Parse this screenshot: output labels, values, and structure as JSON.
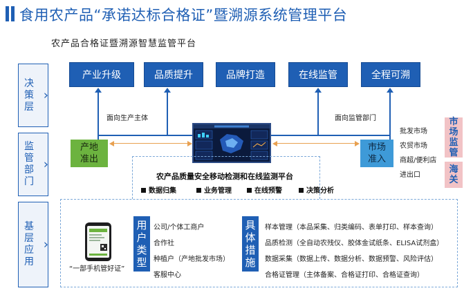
{
  "header": {
    "title": "食用农产品“承诺达标合格证”暨溯源系统管理平台",
    "subtitle": "农产品合格证暨溯源智慧监管平台"
  },
  "layers": {
    "decision": "决策层",
    "supervision": "监管部门",
    "base": "基层应用"
  },
  "top_boxes": [
    "产业升级",
    "品质提升",
    "品牌打造",
    "在线监管",
    "全程可溯"
  ],
  "notes": {
    "left": "面向生产主体",
    "right": "面向监管部门"
  },
  "origin_box": [
    "产地",
    "准出"
  ],
  "market_box": [
    "市场",
    "准入"
  ],
  "market_list": [
    "批发市场",
    "农贸市场",
    "商超/便利店",
    "进出口"
  ],
  "side_labels": {
    "market_supervision": "市场监管",
    "customs": "海关"
  },
  "platform": {
    "title": "农产品质量安全移动检测和在线监测平台",
    "features": [
      "数据归集",
      "业务管理",
      "在线预警",
      "决策分析"
    ]
  },
  "phone_caption": "“一部手机管好证”",
  "user_types": {
    "label": "用户类型",
    "items": [
      "公司/个体工商户",
      "合作社",
      "种植户（产地批发市场）",
      "客服中心"
    ]
  },
  "measures": {
    "label": "具体措施",
    "items": [
      "样本管理（本品采集、归类编码、表单打印、样本查询）",
      "品质检测（全自动农残仪、胶体金试纸条、ELISA试剂盒）",
      "数据采集（数据上传、数据分析、数据预警、风险评估）",
      "合格证管理（主体备案、合格证打印、合格证查询）"
    ]
  },
  "colors": {
    "primary_blue": "#1f5fb4",
    "green": "#6cb33f",
    "light_blue": "#3e9ad8",
    "orange_arrow": "#e8a050",
    "pink": "#f2c3c6"
  }
}
